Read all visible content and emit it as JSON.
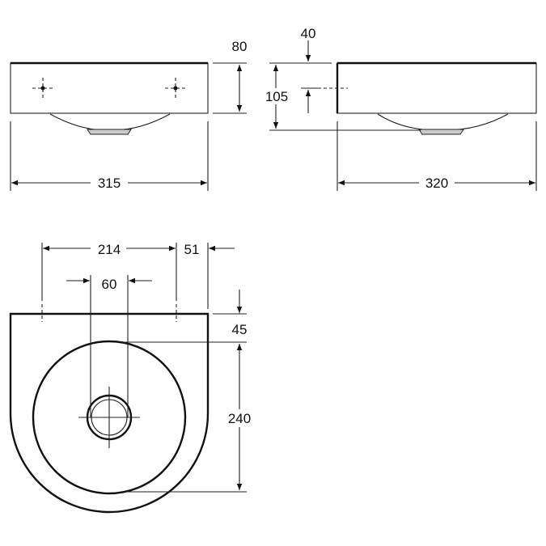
{
  "views": {
    "front": {
      "width_label": "315",
      "height_label": "80"
    },
    "side": {
      "depth_label": "320",
      "total_height_label": "105",
      "fixing_height_label": "40"
    },
    "top": {
      "fixing_spacing_label": "214",
      "edge_offset_label": "51",
      "drain_label": "60",
      "back_offset_label": "45",
      "bowl_label": "240"
    }
  }
}
